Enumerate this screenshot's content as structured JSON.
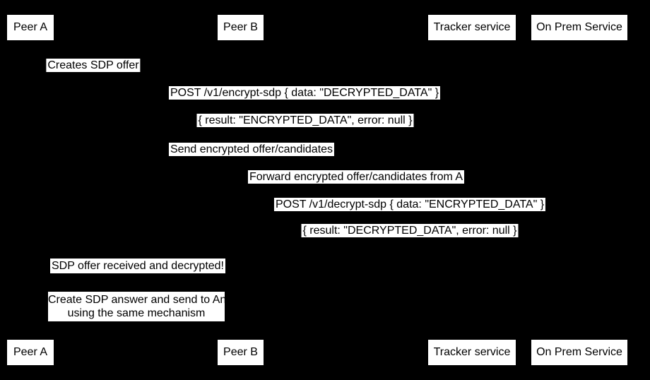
{
  "colors": {
    "background": "#000000",
    "box_fill": "#ffffff",
    "box_text": "#000000",
    "line": "#000000"
  },
  "participants": [
    {
      "name": "Peer A"
    },
    {
      "name": "Peer B"
    },
    {
      "name": "Tracker service"
    },
    {
      "name": "On Prem Service"
    }
  ],
  "messages": [
    {
      "text": "Creates SDP offer"
    },
    {
      "text": "POST /v1/encrypt-sdp { data: \"DECRYPTED_DATA\" }"
    },
    {
      "text": "{ result: \"ENCRYPTED_DATA\", error: null }"
    },
    {
      "text": "Send encrypted offer/candidates"
    },
    {
      "text": "Forward encrypted offer/candidates from A"
    },
    {
      "text": "POST /v1/decrypt-sdp { data: \"ENCRYPTED_DATA\" }"
    },
    {
      "text": "{ result: \"DECRYPTED_DATA\", error: null }"
    },
    {
      "text": "SDP offer received and decrypted!"
    }
  ],
  "note": {
    "line1": "Create SDP answer and send to An",
    "line2": "using the same mechanism"
  }
}
